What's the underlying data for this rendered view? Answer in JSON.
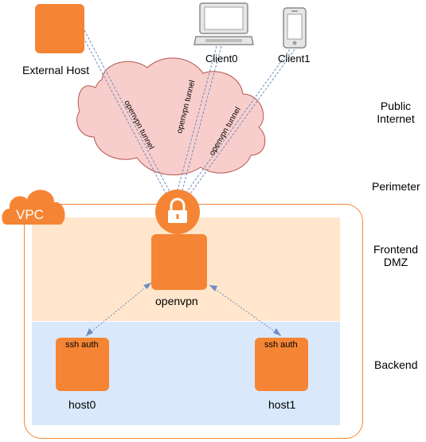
{
  "nodes": {
    "external_host": "External Host",
    "client0": "Client0",
    "client1": "Client1",
    "openvpn": "openvpn",
    "host0": "host0",
    "host1": "host1",
    "ssh_auth_host0": "ssh auth",
    "ssh_auth_host1": "ssh auth"
  },
  "tunnels": [
    "openvpn tunnel",
    "openvpn tunnel",
    "openvpn tunnel"
  ],
  "vpc_badge": "VPC",
  "zones": {
    "public_internet": [
      "Public",
      "Internet"
    ],
    "perimeter": "Perimeter",
    "frontend_dmz": [
      "Frontend",
      "DMZ"
    ],
    "backend": "Backend"
  },
  "colors": {
    "node_orange": "#f58534",
    "cloud_fill": "#f8cecc",
    "cloud_stroke": "#b85450",
    "frontend_fill": "#ffe6cc",
    "backend_fill": "#dae8fc",
    "vpc_border": "#f58534",
    "tunnel_line": "#6c8ebf"
  },
  "icons": [
    "laptop-icon",
    "phone-icon",
    "lock-icon",
    "vpc-cloud-icon"
  ]
}
